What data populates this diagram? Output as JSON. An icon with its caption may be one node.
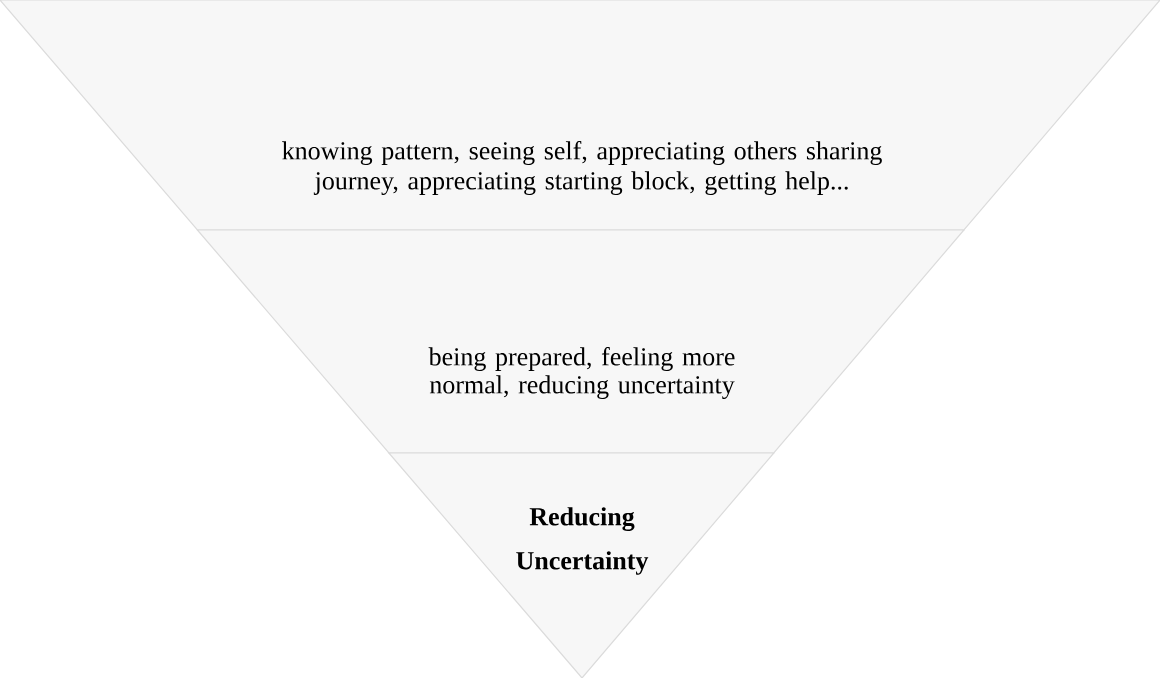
{
  "diagram": {
    "nodes": [
      {
        "text": [
          "knowing pattern, seeing self, appreciating others sharing journey, appreciating starting block, getting help..."
        ]
      },
      {
        "text": [
          "being prepared, feeling more normal, reducing uncertainty"
        ]
      },
      {
        "text": [
          "Reducing Uncertainty"
        ]
      }
    ]
  }
}
